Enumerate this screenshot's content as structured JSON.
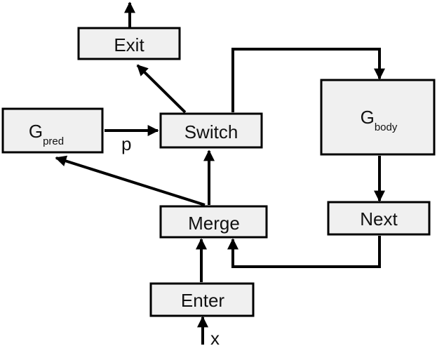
{
  "nodes": {
    "exit": {
      "label": "Exit"
    },
    "switch": {
      "label": "Switch"
    },
    "merge": {
      "label": "Merge"
    },
    "enter": {
      "label": "Enter"
    },
    "next": {
      "label": "Next"
    },
    "g_pred": {
      "base": "G",
      "sub": "pred"
    },
    "g_body": {
      "base": "G",
      "sub": "body"
    }
  },
  "edge_labels": {
    "p": "p",
    "x": "x"
  },
  "colors": {
    "node_fill": "#f0f0f0",
    "stroke": "#000000"
  }
}
